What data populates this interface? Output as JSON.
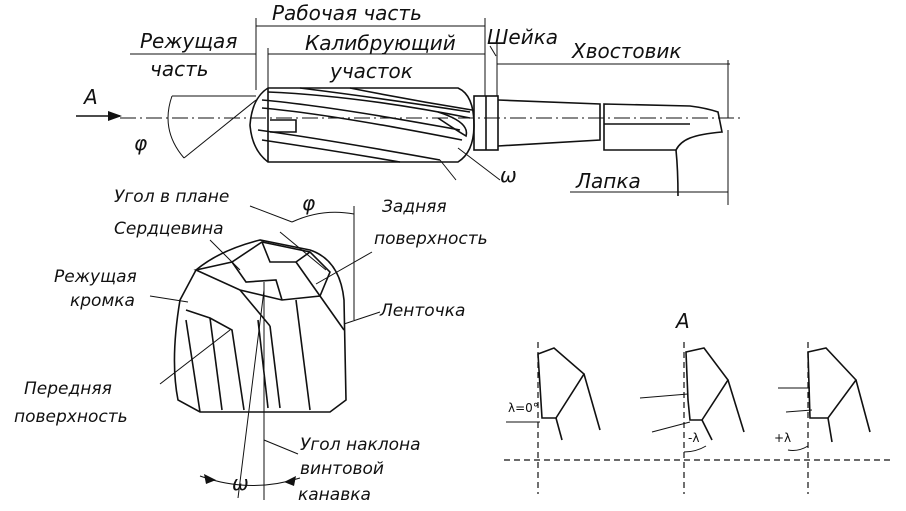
{
  "labels": {
    "working_part": "Рабочая часть",
    "neck": "Шейка",
    "cutting_part_1": "Режущая",
    "cutting_part_2": "часть",
    "calibrating_1": "Калибрующий",
    "calibrating_2": "участок",
    "shank": "Хвостовик",
    "view_a": "A",
    "phi_top": "φ",
    "omega_top": "ω",
    "tang": "Лапка",
    "plan_angle": "Угол в плане",
    "phi_mid": "φ",
    "core": "Сердцевина",
    "flank_1": "Задняя",
    "flank_2": "поверхность",
    "cutting_edge_1": "Режущая",
    "cutting_edge_2": "кромка",
    "margin": "Ленточка",
    "rake_1": "Передняя",
    "rake_2": "поверхность",
    "helix_1": "Угол наклона",
    "helix_2": "винтовой",
    "helix_3": "канавка",
    "omega_bottom": "ω",
    "view_a_title": "A",
    "lambda_zero": "λ=0°",
    "lambda_neg": "-λ",
    "lambda_pos": "+λ"
  }
}
